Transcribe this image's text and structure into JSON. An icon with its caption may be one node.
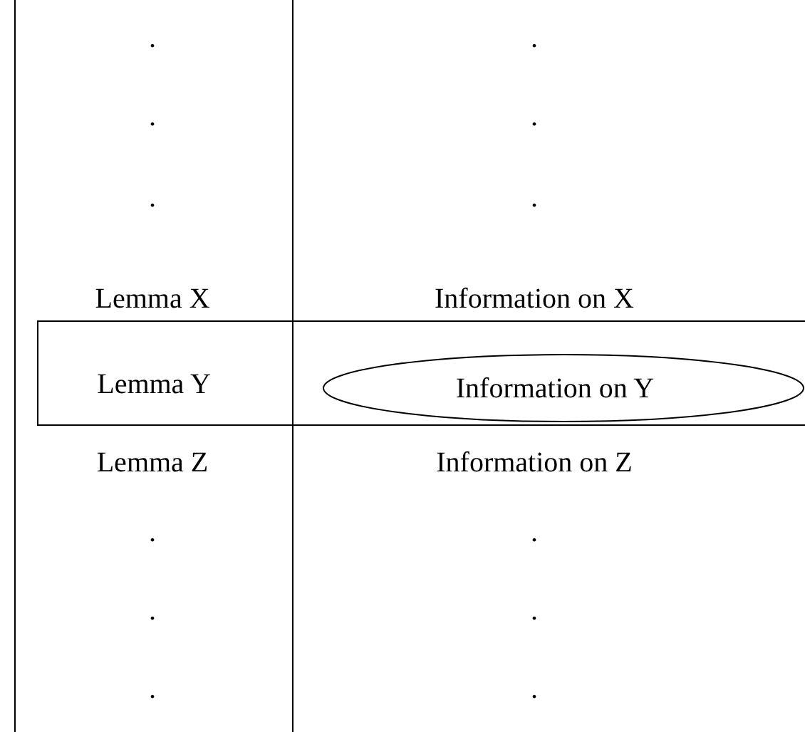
{
  "diagram": {
    "nodes": [
      {
        "text": [],
        "shape": "box"
      },
      {
        "text": [
          "Lemma Y"
        ]
      },
      {
        "text": [
          "Information on Y"
        ],
        "in": 1
      }
    ],
    "edges": [],
    "labels": [
      ".",
      ".",
      ".",
      ".",
      ".",
      ".",
      "Lemma X",
      "Information on X",
      "Lemma Z",
      "Information on Z",
      ".",
      ".",
      ".",
      ".",
      ".",
      "."
    ]
  }
}
